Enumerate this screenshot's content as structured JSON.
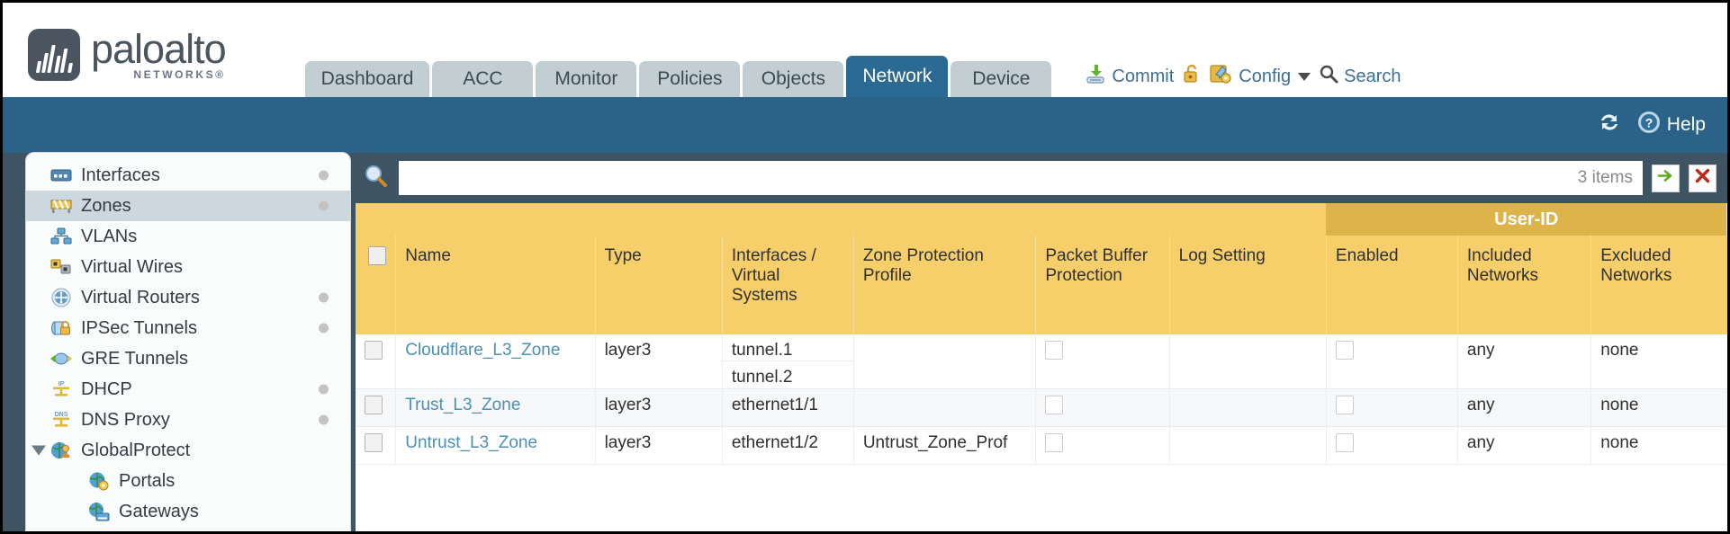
{
  "brand": {
    "name": "paloalto",
    "tagline": "NETWORKS®"
  },
  "tabs": [
    {
      "label": "Dashboard",
      "active": false
    },
    {
      "label": "ACC",
      "active": false
    },
    {
      "label": "Monitor",
      "active": false
    },
    {
      "label": "Policies",
      "active": false
    },
    {
      "label": "Objects",
      "active": false
    },
    {
      "label": "Network",
      "active": true
    },
    {
      "label": "Device",
      "active": false
    }
  ],
  "header_actions": {
    "commit": "Commit",
    "config": "Config",
    "search": "Search"
  },
  "blueband": {
    "help": "Help"
  },
  "sidebar": {
    "items": [
      {
        "label": "Interfaces",
        "icon": "interfaces-icon",
        "selected": false,
        "dot": true,
        "child": false,
        "twisty": false
      },
      {
        "label": "Zones",
        "icon": "zones-icon",
        "selected": true,
        "dot": true,
        "child": false,
        "twisty": false
      },
      {
        "label": "VLANs",
        "icon": "vlans-icon",
        "selected": false,
        "dot": false,
        "child": false,
        "twisty": false
      },
      {
        "label": "Virtual Wires",
        "icon": "virtual-wires-icon",
        "selected": false,
        "dot": false,
        "child": false,
        "twisty": false
      },
      {
        "label": "Virtual Routers",
        "icon": "virtual-routers-icon",
        "selected": false,
        "dot": true,
        "child": false,
        "twisty": false
      },
      {
        "label": "IPSec Tunnels",
        "icon": "ipsec-tunnels-icon",
        "selected": false,
        "dot": true,
        "child": false,
        "twisty": false
      },
      {
        "label": "GRE Tunnels",
        "icon": "gre-tunnels-icon",
        "selected": false,
        "dot": false,
        "child": false,
        "twisty": false
      },
      {
        "label": "DHCP",
        "icon": "dhcp-icon",
        "selected": false,
        "dot": true,
        "child": false,
        "twisty": false
      },
      {
        "label": "DNS Proxy",
        "icon": "dns-proxy-icon",
        "selected": false,
        "dot": true,
        "child": false,
        "twisty": false
      },
      {
        "label": "GlobalProtect",
        "icon": "globalprotect-icon",
        "selected": false,
        "dot": false,
        "child": false,
        "twisty": true
      },
      {
        "label": "Portals",
        "icon": "portals-icon",
        "selected": false,
        "dot": false,
        "child": true,
        "twisty": false
      },
      {
        "label": "Gateways",
        "icon": "gateways-icon",
        "selected": false,
        "dot": false,
        "child": true,
        "twisty": false
      }
    ]
  },
  "search": {
    "value": "",
    "placeholder": "",
    "item_count": "3 items"
  },
  "table": {
    "group_header": "User-ID",
    "columns": [
      "Name",
      "Type",
      "Interfaces / Virtual Systems",
      "Zone Protection Profile",
      "Packet Buffer Protection",
      "Log Setting",
      "Enabled",
      "Included Networks",
      "Excluded Networks"
    ],
    "rows": [
      {
        "name": "Cloudflare_L3_Zone",
        "type": "layer3",
        "interfaces": [
          "tunnel.1",
          "tunnel.2"
        ],
        "zone_protection_profile": "",
        "packet_buffer_protection": false,
        "log_setting": "",
        "userid_enabled": false,
        "included_networks": "any",
        "excluded_networks": "none"
      },
      {
        "name": "Trust_L3_Zone",
        "type": "layer3",
        "interfaces": [
          "ethernet1/1"
        ],
        "zone_protection_profile": "",
        "packet_buffer_protection": false,
        "log_setting": "",
        "userid_enabled": false,
        "included_networks": "any",
        "excluded_networks": "none"
      },
      {
        "name": "Untrust_L3_Zone",
        "type": "layer3",
        "interfaces": [
          "ethernet1/2"
        ],
        "zone_protection_profile": "Untrust_Zone_Prof",
        "packet_buffer_protection": false,
        "log_setting": "",
        "userid_enabled": false,
        "included_networks": "any",
        "excluded_networks": "none"
      }
    ]
  },
  "colors": {
    "accent_blue": "#2b6a93",
    "band_blue": "#2a6387",
    "table_header_yellow": "#f6cf6a",
    "group_header_yellow": "#ddb44a",
    "link_blue": "#4d8fb5",
    "body_bg": "#3f5463"
  }
}
